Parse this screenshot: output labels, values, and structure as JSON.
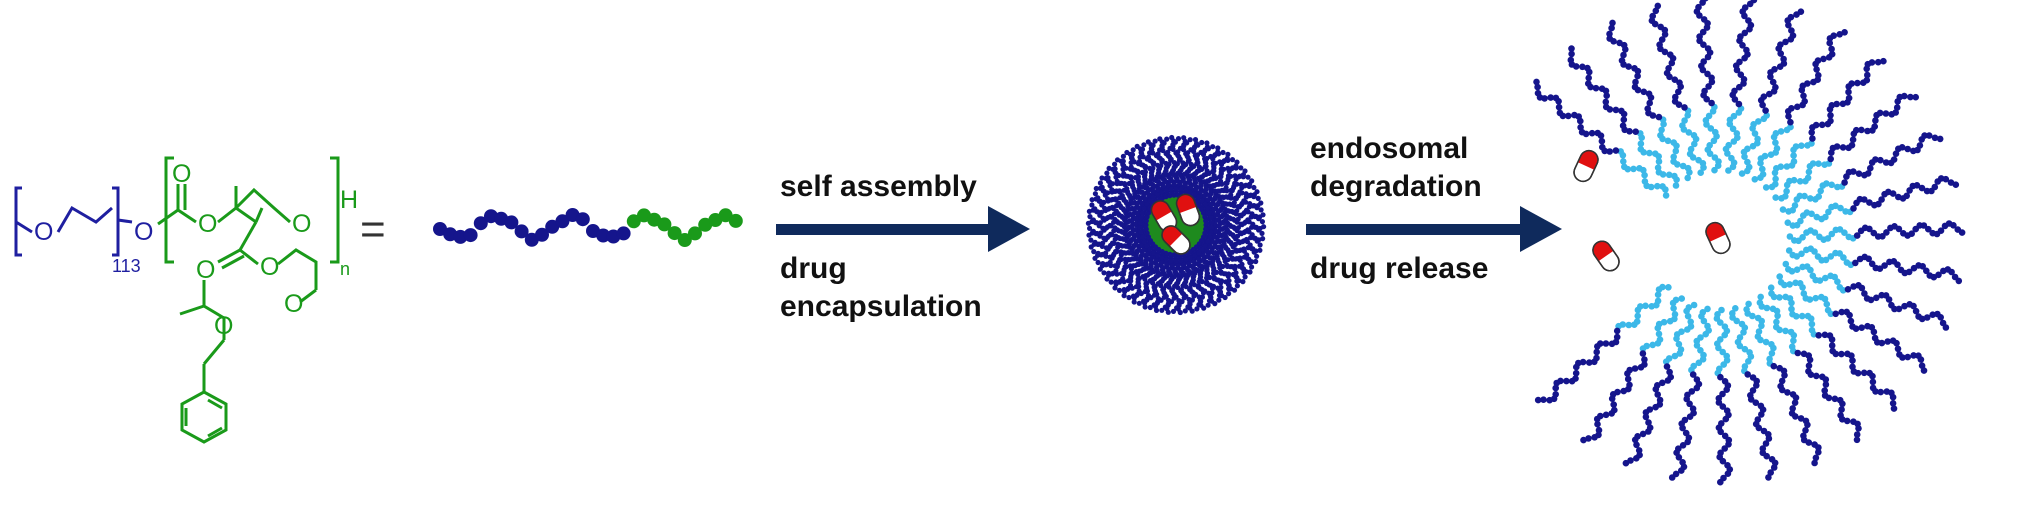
{
  "colors": {
    "peg": "#1f1fa0",
    "polyester": "#1a9a1a",
    "chain_dark": "#15158c",
    "chain_light": "#3cb8e8",
    "arrow": "#0f2a5c",
    "capsule_red": "#e01010",
    "text": "#111111"
  },
  "chemistry": {
    "oxygen": "O",
    "hydrogen": "H",
    "peg_repeat": "113",
    "ester_repeat": "n",
    "equals": "="
  },
  "steps": [
    {
      "top_label": "self assembly",
      "bottom_label_1": "drug",
      "bottom_label_2": "encapsulation"
    },
    {
      "top_label_1": "endosomal",
      "top_label_2": "degradation",
      "bottom_label": "drug release"
    }
  ],
  "icons": [
    "drug-capsule-icon",
    "polymer-chain-icon",
    "micelle-icon",
    "arrow-right-icon"
  ]
}
